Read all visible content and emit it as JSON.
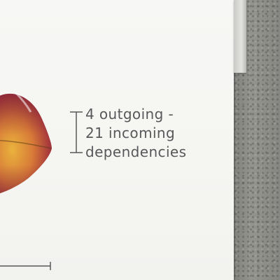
{
  "annotation": {
    "lines": [
      "4 outgoing -",
      "21 incoming",
      "dependencies"
    ]
  },
  "colors": {
    "leaf_dark": "#8e2b3c",
    "leaf_mid": "#c2553a",
    "leaf_light": "#e3a63a",
    "text": "#58585a",
    "background": "#f6f6f3",
    "concrete": "#8c8c88"
  }
}
